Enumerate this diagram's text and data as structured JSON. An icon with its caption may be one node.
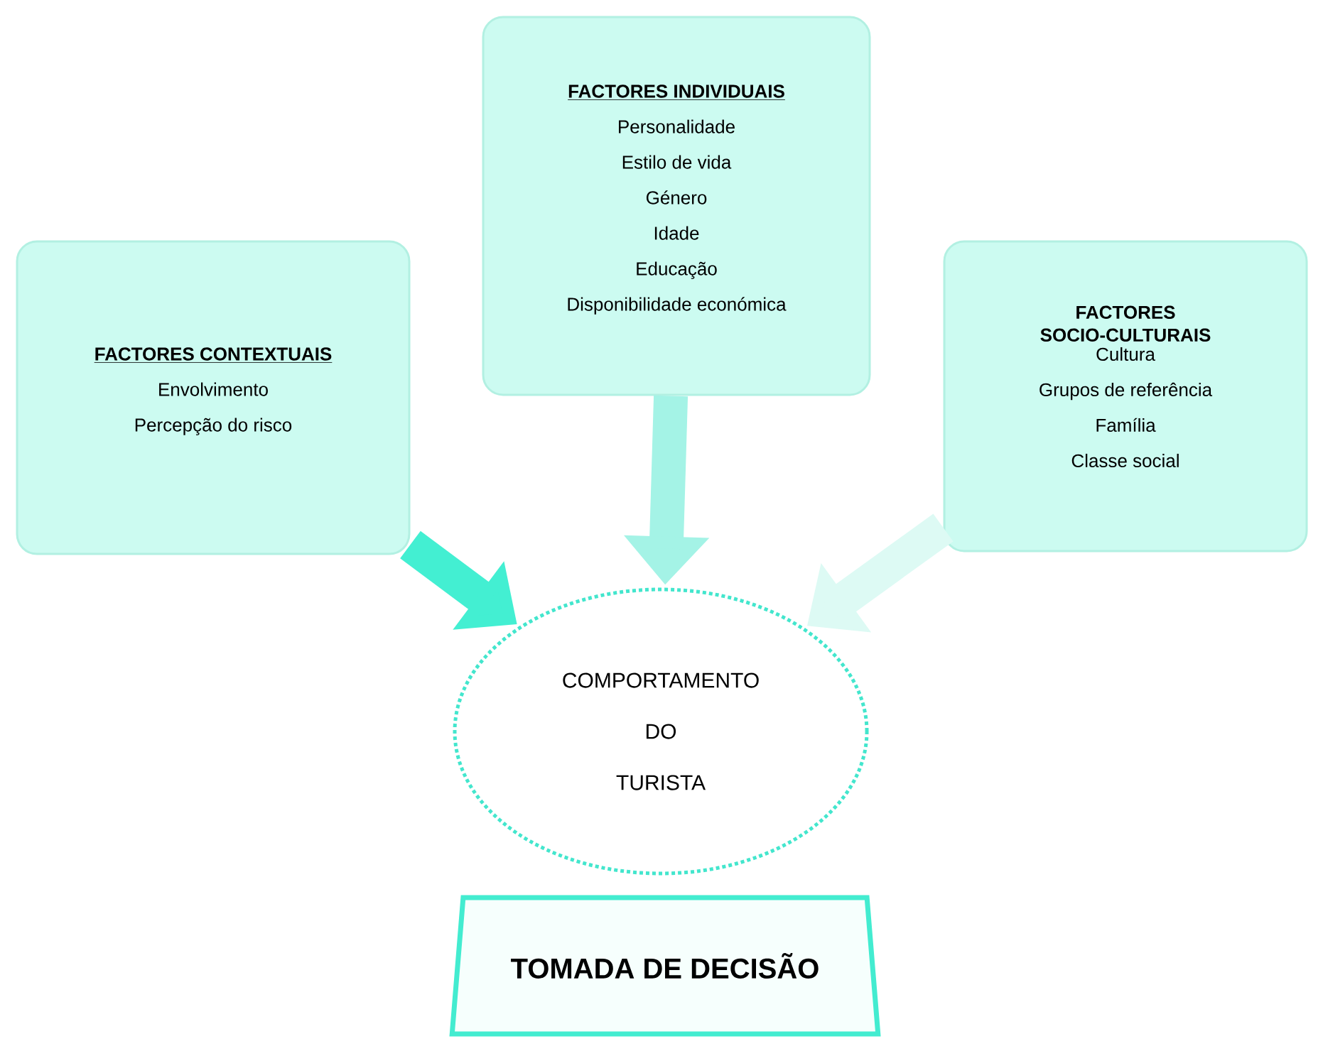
{
  "diagram": {
    "nodes": [
      {
        "text": [
          "FACTORES INDIVIDUAIS",
          "Personalidade",
          "Estilo de vida",
          "Género",
          "Idade",
          "Educação",
          "Disponibilidade económica"
        ]
      },
      {
        "text": [
          "FACTORES CONTEXTUAIS",
          "Envolvimento",
          "Percepção do risco"
        ]
      },
      {
        "text": [
          "FACTORES SOCIO-CULTURAIS",
          "Cultura",
          "Grupos de referência",
          "Família",
          "Classe social"
        ]
      },
      {
        "text": [
          "COMPORTAMENTO DO TURISTA"
        ]
      },
      {
        "text": [
          "TOMADA DE DECISÃO"
        ]
      }
    ],
    "edges": [
      {
        "from": 1,
        "to": 3,
        "arrow": "to",
        "color": "#43efd2"
      },
      {
        "from": 0,
        "to": 3,
        "arrow": "to",
        "color": "#a4f3e6"
      },
      {
        "from": 2,
        "to": 3,
        "arrow": "to",
        "color": "#ddfaf4"
      }
    ]
  }
}
